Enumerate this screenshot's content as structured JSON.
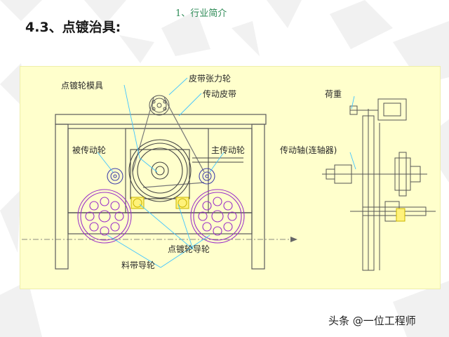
{
  "header": {
    "section": "1、行业简介"
  },
  "title": "4.3、点镀治具:",
  "labels": {
    "mold": "点镀轮模具",
    "belt_tension": "皮带张力轮",
    "drive_belt": "传动皮带",
    "load": "荷重",
    "driven_wheel": "被传动轮",
    "main_wheel": "主传动轮",
    "drive_shaft": "传动轴(连轴器)",
    "guide_wheel": "点镀轮导轮",
    "strip_guide": "料带导轮"
  },
  "watermark": "头条 @一位工程师",
  "colors": {
    "drawing_bg": "#ffffcc",
    "line_cyan": "#40c4ff",
    "wheel_magenta": "#9b30c8",
    "frame": "#5a5a5a",
    "header_green": "#2e8b57"
  }
}
